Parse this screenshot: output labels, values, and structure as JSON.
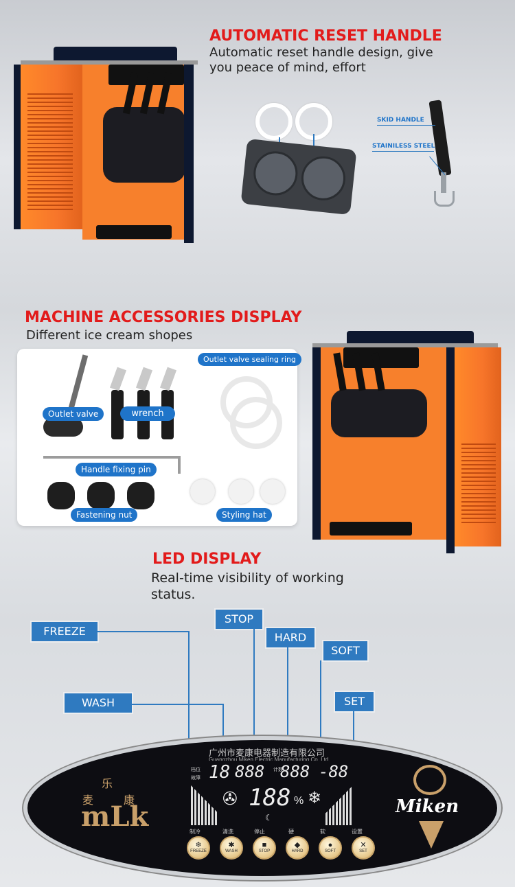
{
  "section1": {
    "title": "AUTOMATIC RESET HANDLE",
    "subtitle": "Automatic reset handle design, give you peace of mind, effort",
    "label_skid": "SKID HANDLE",
    "label_steel": "STAINILESS STEEL"
  },
  "section2": {
    "title": "MACHINE ACCESSORIES DISPLAY",
    "subtitle": "Different ice cream shopes",
    "accessories": {
      "outlet_valve": "Outlet valve",
      "wrench": "wrench",
      "sealing_ring": "Outlet valve sealing ring",
      "fixing_pin": "Handle fixing pin",
      "fastening_nut": "Fastening nut",
      "styling_hat": "Styling hat"
    }
  },
  "section3": {
    "title": "LED DISPLAY",
    "subtitle": "Real-time visibility of working status.",
    "tags": {
      "freeze": "FREEZE",
      "stop": "STOP",
      "hard": "HARD",
      "soft": "SOFT",
      "wash": "WASH",
      "set": "SET"
    }
  },
  "panel": {
    "company_cn": "广州市麦康电器制造有限公司",
    "company_en": "Guangzhou Miken Electric Manufacturing Co.,Ltd",
    "logo_letters": "mLk",
    "logo_cn_top": "乐",
    "logo_cn_left": "麦",
    "logo_cn_right": "康",
    "brand": "Miken",
    "lcd_left": "18",
    "lcd_mid": "888",
    "lcd_right": "888",
    "lcd_temp": "-88",
    "lcd_percent": "188",
    "lcd_label1": "档位",
    "lcd_label2": "故障",
    "lcd_label3": "计数",
    "buttons": [
      {
        "cn": "制冷",
        "en": "FREEZE",
        "icon": "❄"
      },
      {
        "cn": "清洗",
        "en": "WASH",
        "icon": "✱"
      },
      {
        "cn": "停止",
        "en": "STOP",
        "icon": "■"
      },
      {
        "cn": "硬",
        "en": "HARD",
        "icon": "◆"
      },
      {
        "cn": "软",
        "en": "SOFT",
        "icon": "●"
      },
      {
        "cn": "设置",
        "en": "SET",
        "icon": "✕"
      }
    ]
  }
}
